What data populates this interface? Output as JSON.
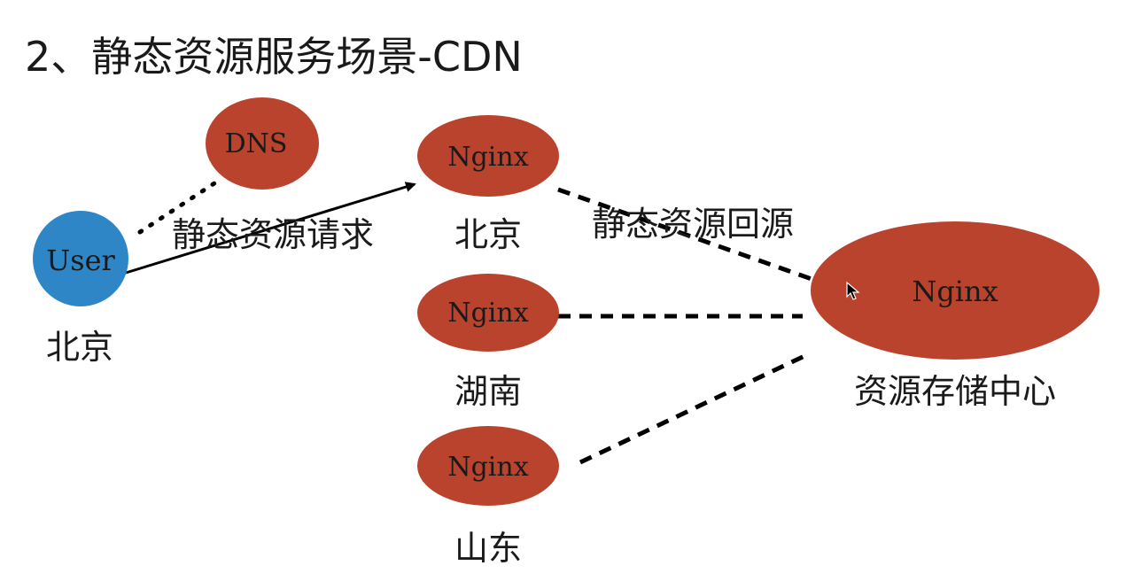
{
  "title": "2、静态资源服务场景-CDN",
  "colors": {
    "node_red": "#b9432d",
    "node_blue": "#2f86c6",
    "text": "#1a1a1a"
  },
  "nodes": {
    "dns": {
      "label": "DNS"
    },
    "user": {
      "label": "User",
      "caption": "北京"
    },
    "nginx_beijing": {
      "label": "Nginx",
      "caption": "北京"
    },
    "nginx_hunan": {
      "label": "Nginx",
      "caption": "湖南"
    },
    "nginx_shandong": {
      "label": "Nginx",
      "caption": "山东"
    },
    "nginx_center": {
      "label": "Nginx",
      "caption": "资源存储中心"
    }
  },
  "edges": {
    "request_label": "静态资源请求",
    "origin_label": "静态资源回源"
  },
  "cursor": {
    "icon": "mouse-pointer-icon"
  }
}
